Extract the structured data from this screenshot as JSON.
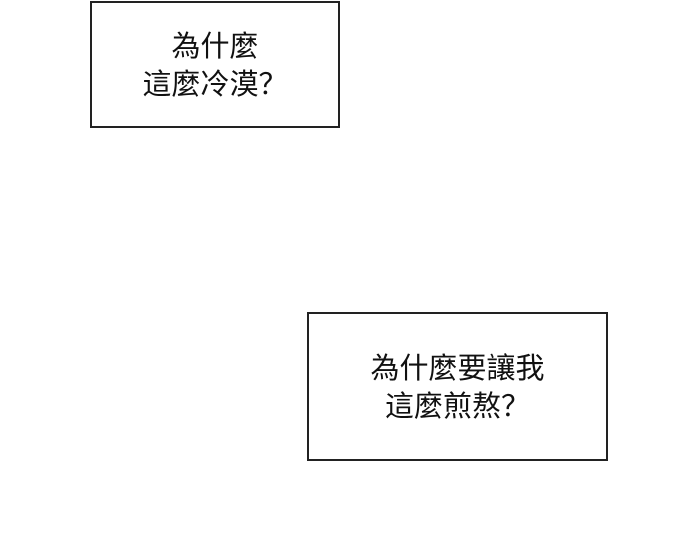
{
  "captions": [
    {
      "lines": [
        "為什麼",
        "這麼冷漠？"
      ]
    },
    {
      "lines": [
        "為什麼要讓我",
        "這麼煎熬？"
      ]
    }
  ]
}
